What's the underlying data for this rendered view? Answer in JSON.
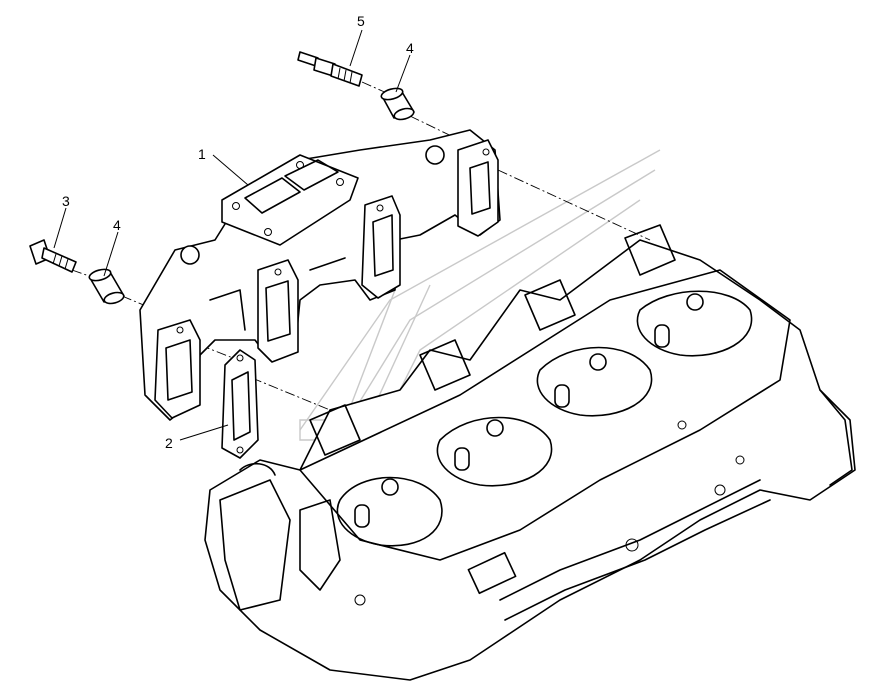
{
  "callouts": [
    {
      "id": "1",
      "text": "1"
    },
    {
      "id": "2",
      "text": "2"
    },
    {
      "id": "3",
      "text": "3"
    },
    {
      "id": "4a",
      "text": "4"
    },
    {
      "id": "4b",
      "text": "4"
    },
    {
      "id": "5",
      "text": "5"
    }
  ],
  "colors": {
    "line": "#000000",
    "watermark": "#c9c9c9",
    "background": "#ffffff"
  }
}
